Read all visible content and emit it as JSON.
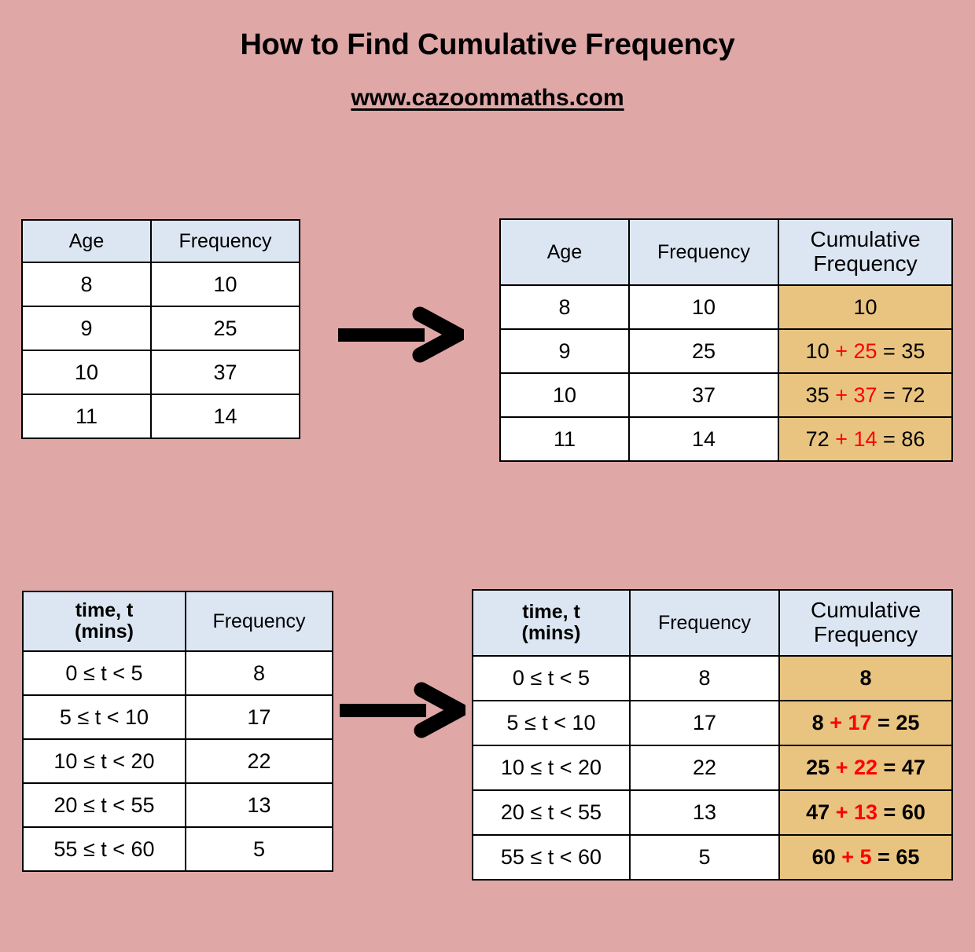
{
  "header": {
    "title": "How to Find Cumulative Frequency",
    "subtitle": "www.cazoommaths.com"
  },
  "colors": {
    "background": "#e0a7a7",
    "header_fill": "#dce6f2",
    "cumulative_fill": "#e8c480",
    "highlight_text": "#fe0000",
    "text": "#000000",
    "border": "#000000"
  },
  "icons": {
    "arrow_top": "right-arrow-icon",
    "arrow_bottom": "right-arrow-icon"
  },
  "tables": {
    "age_freq": {
      "name": "Age frequency table",
      "headers": [
        "Age",
        "Frequency"
      ],
      "rows": [
        {
          "age": "8",
          "frequency": "10"
        },
        {
          "age": "9",
          "frequency": "25"
        },
        {
          "age": "10",
          "frequency": "37"
        },
        {
          "age": "11",
          "frequency": "14"
        }
      ]
    },
    "age_cumulative": {
      "name": "Age cumulative frequency table",
      "headers": [
        "Age",
        "Frequency",
        "Cumulative",
        "Frequency"
      ],
      "header_cum_line1": "Cumulative",
      "header_cum_line2": "Frequency",
      "rows": [
        {
          "age": "8",
          "frequency": "10",
          "freq_red": false,
          "cum_prev": "10",
          "cum_plus": "",
          "cum_eq": "",
          "cum_total": ""
        },
        {
          "age": "9",
          "frequency": "25",
          "freq_red": true,
          "cum_prev": "10",
          "cum_plus": "+ 25",
          "cum_eq": "=",
          "cum_total": "35"
        },
        {
          "age": "10",
          "frequency": "37",
          "freq_red": true,
          "cum_prev": "35",
          "cum_plus": "+ 37",
          "cum_eq": "=",
          "cum_total": "72"
        },
        {
          "age": "11",
          "frequency": "14",
          "freq_red": true,
          "cum_prev": "72",
          "cum_plus": "+ 14",
          "cum_eq": "=",
          "cum_total": "86"
        }
      ]
    },
    "time_freq": {
      "name": "Time frequency table",
      "header_time_line1": "time, t",
      "header_time_line2": "(mins)",
      "header_frequency": "Frequency",
      "rows": [
        {
          "interval": "0 ≤ t < 5",
          "frequency": "8"
        },
        {
          "interval": "5 ≤ t < 10",
          "frequency": "17"
        },
        {
          "interval": "10 ≤ t < 20",
          "frequency": "22"
        },
        {
          "interval": "20 ≤ t < 55",
          "frequency": "13"
        },
        {
          "interval": "55 ≤ t < 60",
          "frequency": "5"
        }
      ]
    },
    "time_cumulative": {
      "name": "Time cumulative frequency table",
      "header_time_line1": "time, t",
      "header_time_line2": "(mins)",
      "header_frequency": "Frequency",
      "header_cum_line1": "Cumulative",
      "header_cum_line2": "Frequency",
      "rows": [
        {
          "interval": "0 ≤ t < 5",
          "frequency": "8",
          "freq_red": false,
          "cum_prev": "8",
          "cum_plus": "",
          "cum_eq": "",
          "cum_total": ""
        },
        {
          "interval": "5 ≤ t < 10",
          "frequency": "17",
          "freq_red": true,
          "cum_prev": "8",
          "cum_plus": "+ 17",
          "cum_eq": "=",
          "cum_total": "25"
        },
        {
          "interval": "10 ≤ t < 20",
          "frequency": "22",
          "freq_red": true,
          "cum_prev": "25",
          "cum_plus": "+ 22",
          "cum_eq": "=",
          "cum_total": "47"
        },
        {
          "interval": "20 ≤ t < 55",
          "frequency": "13",
          "freq_red": true,
          "cum_prev": "47",
          "cum_plus": "+ 13",
          "cum_eq": "=",
          "cum_total": "60"
        },
        {
          "interval": "55 ≤ t < 60",
          "frequency": "5",
          "freq_red": true,
          "cum_prev": "60",
          "cum_plus": "+ 5",
          "cum_eq": "=",
          "cum_total": "65"
        }
      ]
    }
  }
}
